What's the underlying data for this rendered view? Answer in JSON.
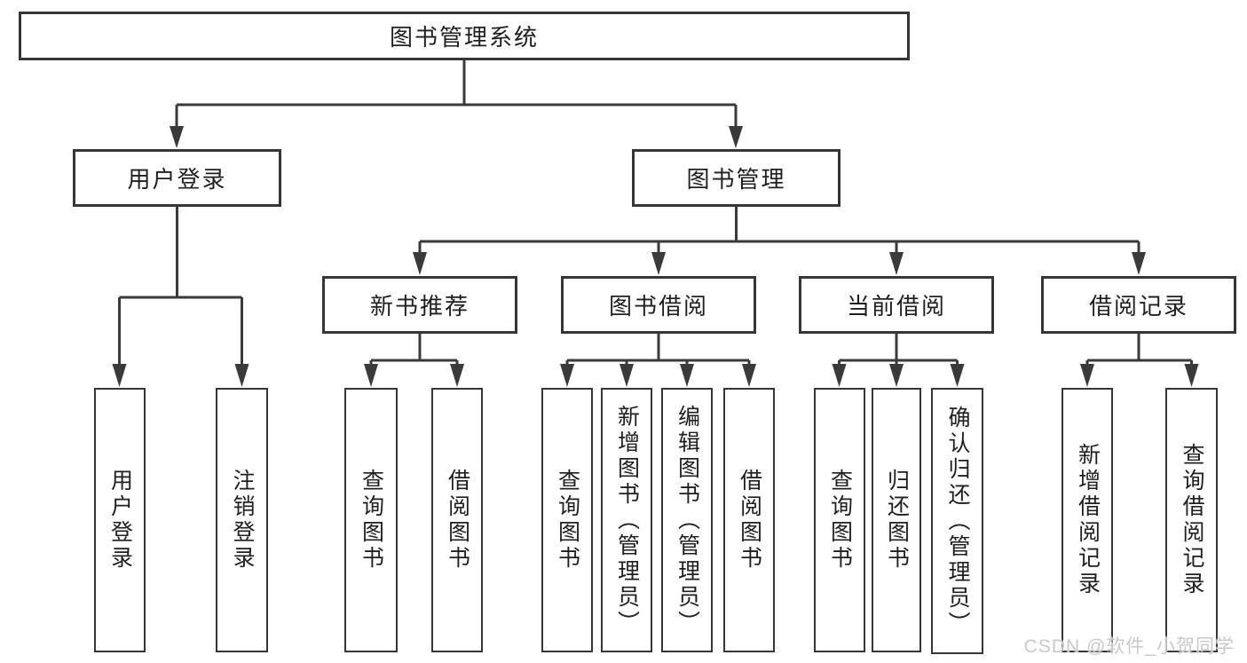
{
  "diagram": {
    "root": {
      "label": "图书管理系统",
      "children": [
        {
          "label": "用户登录",
          "children": [
            {
              "label": "用户登录"
            },
            {
              "label": "注销登录"
            }
          ]
        },
        {
          "label": "图书管理",
          "children": [
            {
              "label": "新书推荐",
              "children": [
                {
                  "label": "查询图书"
                },
                {
                  "label": "借阅图书"
                }
              ]
            },
            {
              "label": "图书借阅",
              "children": [
                {
                  "label": "查询图书"
                },
                {
                  "label": "新增图书（管理员）"
                },
                {
                  "label": "编辑图书（管理员）"
                },
                {
                  "label": "借阅图书"
                }
              ]
            },
            {
              "label": "当前借阅",
              "children": [
                {
                  "label": "查询图书"
                },
                {
                  "label": "归还图书"
                },
                {
                  "label": "确认归还（管理员）"
                }
              ]
            },
            {
              "label": "借阅记录",
              "children": [
                {
                  "label": "新增借阅记录"
                },
                {
                  "label": "查询借阅记录"
                }
              ]
            }
          ]
        }
      ]
    }
  },
  "watermark": {
    "text": "CSDN @软件_小贺同学"
  },
  "colors": {
    "line": "#3a3a3a",
    "box_border": "#363636",
    "text": "#1f1f1f",
    "watermark": "#c9c9c9",
    "background": "#ffffff"
  }
}
